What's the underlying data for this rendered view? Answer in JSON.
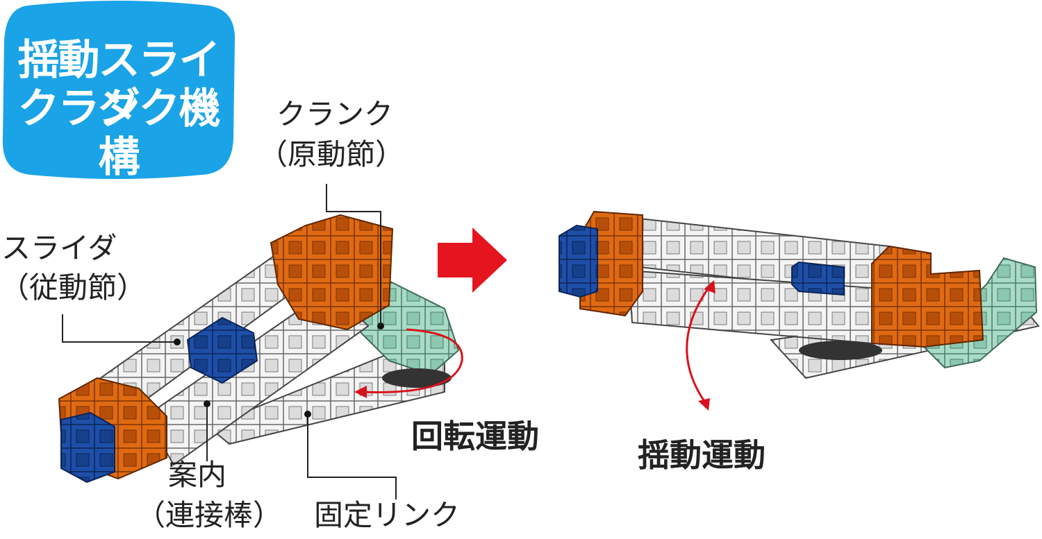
{
  "title": {
    "line1": "揺動スライダ",
    "line2": "クランク機構"
  },
  "labels": {
    "crank_name": "クランク",
    "crank_role": "（原動節）",
    "slider_name": "スライダ",
    "slider_role": "（従動節）",
    "guide_name": "案内",
    "guide_role": "（連接棒）",
    "fixed_link": "固定リンク",
    "rotation": "回転運動",
    "swing": "揺動運動"
  },
  "colors": {
    "badge": "#1aa3e6",
    "orange": "#e06a12",
    "blue": "#1e4fa8",
    "mint": "#a9dcc7",
    "white_block": "#f4f4f4",
    "arrow_red": "#e4151f",
    "motion_red": "#d8121c"
  }
}
